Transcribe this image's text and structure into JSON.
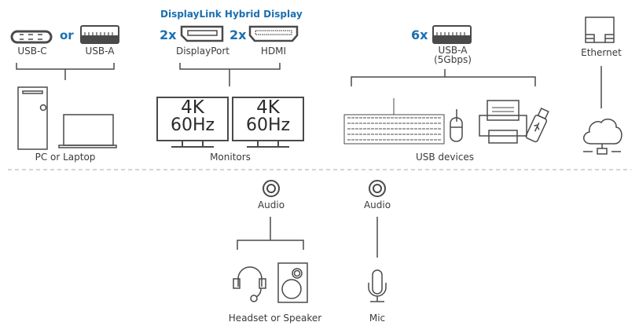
{
  "colors": {
    "accent": "#1a6fb0",
    "line": "#4a4a4a",
    "divider": "#bbbbbb"
  },
  "host": {
    "ports": [
      {
        "label": "USB-C",
        "icon": "usb-c-port-icon"
      },
      {
        "label": "USB-A",
        "icon": "usb-a-port-icon"
      }
    ],
    "or_label": "or",
    "device_label": "PC or Laptop"
  },
  "display": {
    "title": "DisplayLink Hybrid Display",
    "ports": [
      {
        "count": "2x",
        "label": "DisplayPort",
        "icon": "displayport-icon"
      },
      {
        "count": "2x",
        "label": "HDMI",
        "icon": "hdmi-icon"
      }
    ],
    "monitors": [
      {
        "resolution": "4K",
        "refresh": "60Hz"
      },
      {
        "resolution": "4K",
        "refresh": "60Hz"
      }
    ],
    "device_label": "Monitors"
  },
  "usb": {
    "count": "6x",
    "port_label": "USB-A",
    "speed": "(5Gbps)",
    "device_label": "USB devices",
    "devices": [
      "keyboard-icon",
      "mouse-icon",
      "printer-icon",
      "usb-drive-icon"
    ]
  },
  "ethernet": {
    "label": "Ethernet",
    "icon": "ethernet-port-icon",
    "device_icon": "cloud-network-icon"
  },
  "audio_out": {
    "port_label": "Audio",
    "device_label": "Headset or Speaker"
  },
  "audio_in": {
    "port_label": "Audio",
    "device_label": "Mic"
  }
}
